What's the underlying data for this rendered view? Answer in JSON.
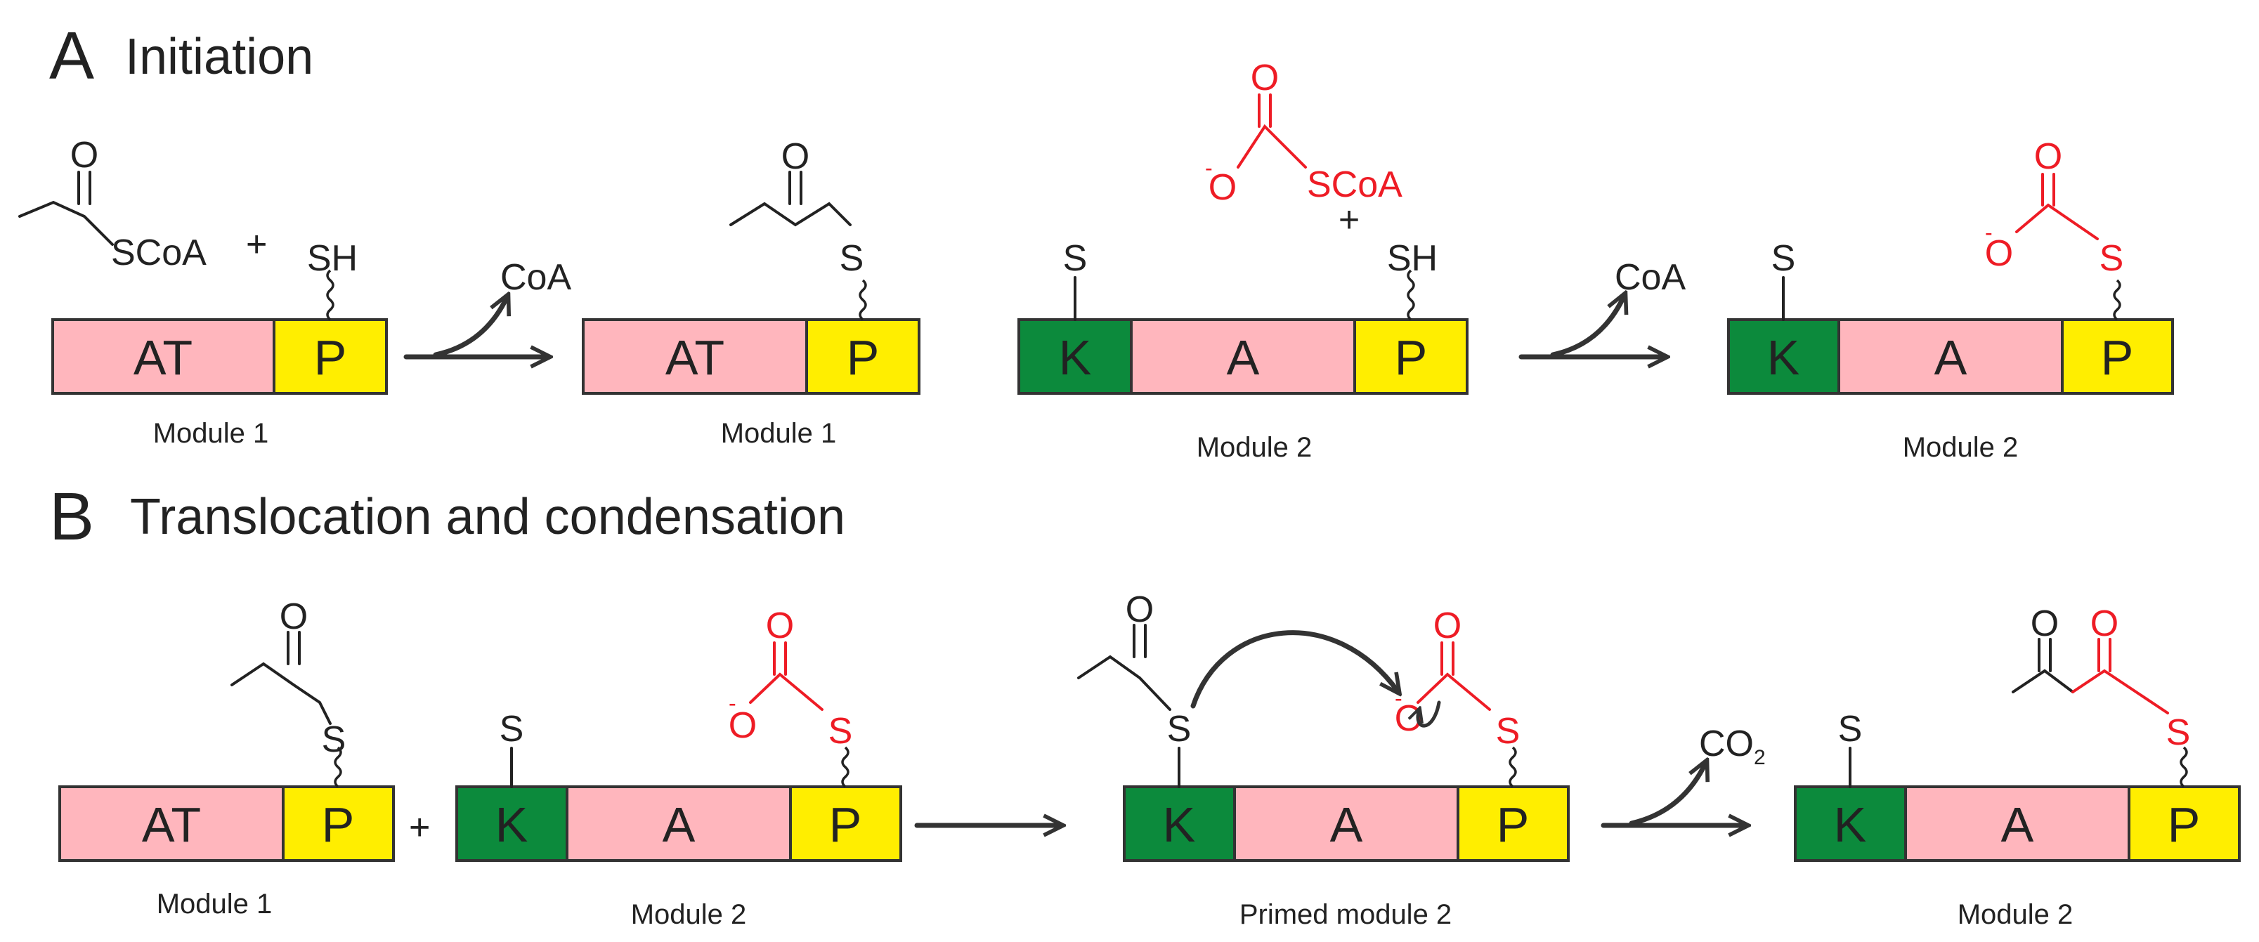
{
  "panel_a": {
    "letter": "A",
    "title": "Initiation"
  },
  "panel_b": {
    "letter": "B",
    "title": "Translocation and condensation"
  },
  "domains": {
    "at": "AT",
    "p": "P",
    "k": "K",
    "a": "A"
  },
  "labels": {
    "module1": "Module 1",
    "module2": "Module 2",
    "primed_module2": "Primed module 2"
  },
  "chem": {
    "O": "O",
    "SCoA": "SCoA",
    "SH": "SH",
    "S": "S",
    "CoA": "CoA",
    "CO": "CO",
    "two": "2",
    "minus": "-",
    "plus": "+"
  },
  "colors": {
    "at_domain": "#ffb6bd",
    "p_domain": "#ffee00",
    "k_domain": "#0c8a3c",
    "malonyl_red": "#ee1c25"
  }
}
